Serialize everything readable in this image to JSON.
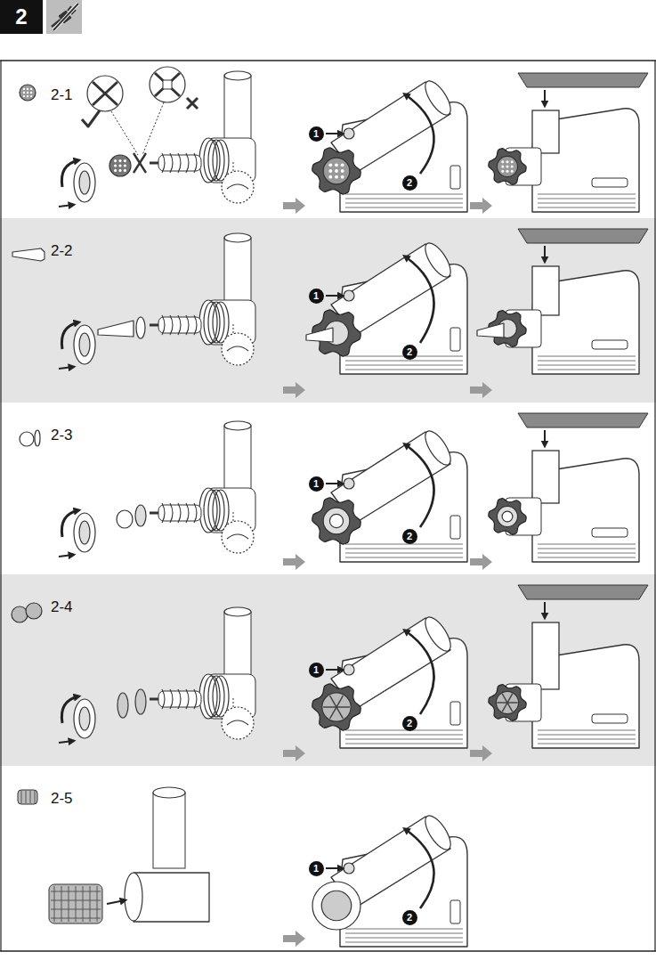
{
  "diagram": {
    "nodes": [
      {
        "text": [
          "2"
        ]
      },
      {
        "text": [
          "2-1"
        ]
      },
      {
        "text": [
          "1"
        ],
        "in": 1
      },
      {
        "text": [
          "2"
        ],
        "in": 1
      },
      {
        "text": [
          "2-2"
        ]
      },
      {
        "text": [
          "1"
        ],
        "in": 4
      },
      {
        "text": [
          "2"
        ],
        "in": 4
      },
      {
        "text": [
          "2-3"
        ]
      },
      {
        "text": [
          "1"
        ],
        "in": 7
      },
      {
        "text": [
          "2"
        ],
        "in": 7
      },
      {
        "text": [
          "2-4"
        ]
      },
      {
        "text": [
          "1"
        ],
        "in": 10
      },
      {
        "text": [
          "2"
        ],
        "in": 10
      },
      {
        "text": [
          "2-5"
        ]
      },
      {
        "text": [
          "1"
        ],
        "in": 13
      },
      {
        "text": [
          "2"
        ],
        "in": 13
      }
    ]
  }
}
